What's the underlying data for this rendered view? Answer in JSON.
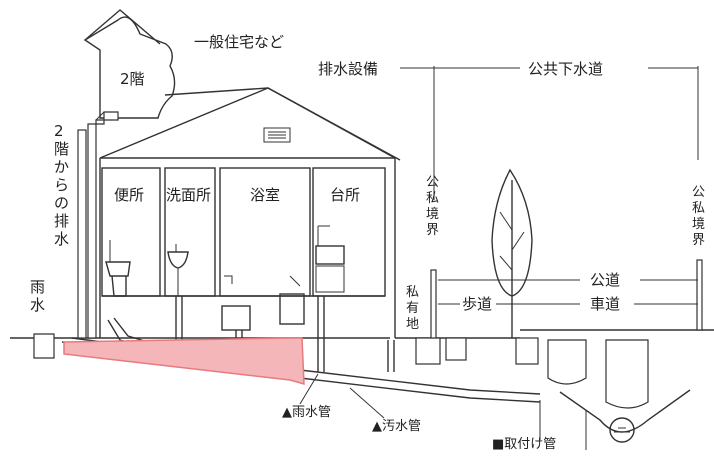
{
  "labels": {
    "house_type": "一般住宅など",
    "second_floor": "2階",
    "second_floor_drain": [
      "2",
      "階",
      "か",
      "ら",
      "の",
      "排",
      "水"
    ],
    "rain_gutter": [
      "雨",
      "水"
    ],
    "toilet": "便所",
    "washroom": "洗面所",
    "bathroom": "浴室",
    "kitchen": "台所",
    "drainage_facility": "排水設備",
    "public_sewer": "公共下水道",
    "boundary_left": [
      "公",
      "私",
      "境",
      "界"
    ],
    "boundary_right": [
      "公",
      "私",
      "境",
      "界"
    ],
    "private_land": [
      "私",
      "有",
      "地"
    ],
    "public_road": "公道",
    "sidewalk": "歩道",
    "roadway": "車道",
    "rainwater_pipe": "▲雨水管",
    "sewage_pipe": "▲汚水管",
    "connection_pipe": "■取付け管"
  },
  "colors": {
    "highlight": "#e8797f",
    "highlight_fill": "#f4b6b9",
    "line": "#333333"
  }
}
